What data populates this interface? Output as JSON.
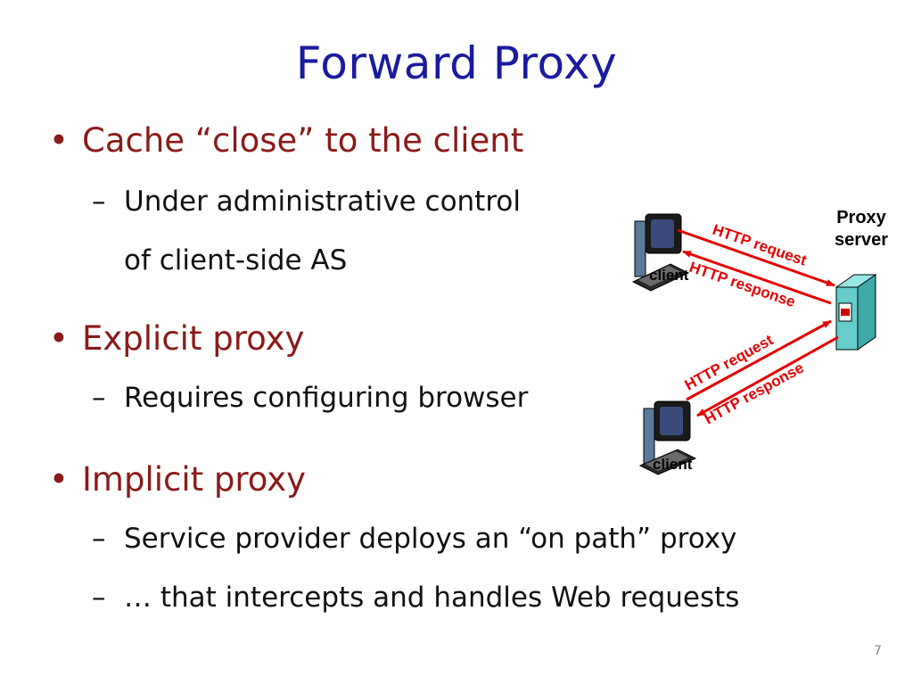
{
  "title": "Forward Proxy",
  "bullets": [
    {
      "text": "Cache “close” to the client",
      "subs": [
        "Under administrative control",
        "of client-side AS"
      ]
    },
    {
      "text": "Explicit proxy",
      "subs": [
        "Requires configuring browser"
      ]
    },
    {
      "text": "Implicit proxy",
      "subs": [
        "Service provider deploys an “on path” proxy",
        "… that intercepts and handles Web requests"
      ]
    }
  ],
  "diagram": {
    "proxy_label_line1": "Proxy",
    "proxy_label_line2": "server",
    "client1_label": "client",
    "client2_label": "client",
    "arrows": {
      "top_request": "HTTP request",
      "top_response": "HTTP response",
      "bottom_request": "HTTP request",
      "bottom_response": "HTTP response"
    },
    "colors": {
      "arrow": "#e60000",
      "label": "#e60000",
      "server": "#66cccc"
    }
  },
  "page_number": "7"
}
